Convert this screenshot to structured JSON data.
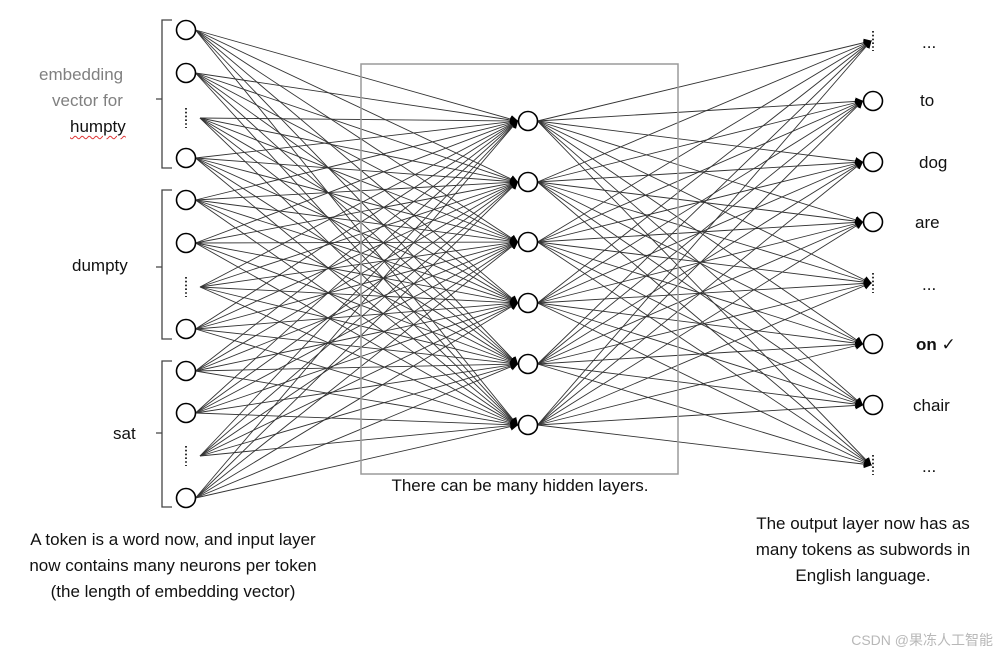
{
  "input_groups": [
    {
      "lines": [
        "embedding",
        "vector for"
      ],
      "token": "humpty"
    },
    {
      "lines": [],
      "token": "dumpty"
    },
    {
      "lines": [],
      "token": "sat"
    }
  ],
  "output_labels": [
    "...",
    "to",
    "dog",
    "are",
    "...",
    "on",
    "chair",
    "..."
  ],
  "selected_output_check": "✓",
  "hidden_caption": "There can be many hidden layers.",
  "input_caption": [
    "A token is a word now, and input layer",
    "now contains many neurons per token",
    "(the length of embedding vector)"
  ],
  "output_caption": [
    "The output layer now has as",
    "many tokens as subwords in",
    "English language."
  ],
  "watermark": "CSDN @果冻人工智能"
}
